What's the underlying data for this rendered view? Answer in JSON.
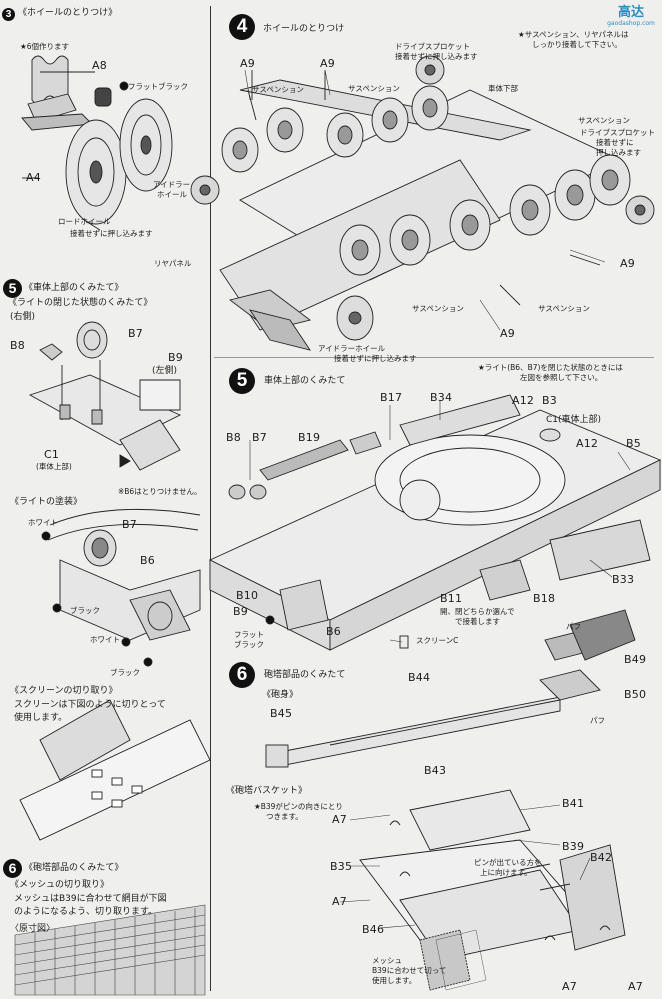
{
  "watermark": {
    "main": "高达",
    "sub": "gaodashop.com"
  },
  "left": {
    "s3_title": "《ホイールのとりつけ》",
    "s3_note": "★6個作ります",
    "s3_a8": "A8",
    "s3_flat_black": "フラットブラック",
    "s3_a4": "A4",
    "s3_road_wheel_1": "ロードホイール",
    "s3_road_wheel_2": "接着せずに押し込みます",
    "s5_num": "5",
    "s5_title": "《車体上部のくみたて》",
    "s5_lights_closed": "《ライトの閉じた状態のくみたて》",
    "s5_right": "(右側)",
    "s5_b7": "B7",
    "s5_b8": "B8",
    "s5_b9": "B9",
    "s5_left": "(左側)",
    "s5_c1": "C1",
    "s5_c1_sub": "(車体上部)",
    "s5_b6_note": "※B6はとりつけません。",
    "s5_light_paint": "《ライトの塗装》",
    "s5_white_1": "ホワイト",
    "s5_b7b": "B7",
    "s5_black_1": "ブラック",
    "s5_b6": "B6",
    "s5_white_2": "ホワイト",
    "s5_black_2": "ブラック",
    "s5_screen_title": "《スクリーンの切り取り》",
    "s5_screen_1": "スクリーンは下図のように切りとって",
    "s5_screen_2": "使用します。",
    "s6_num": "6",
    "s6_title": "《砲塔部品のくみたて》",
    "s6_mesh_title": "《メッシュの切り取り》",
    "s6_mesh_1": "メッシュはB39に合わせて網目が下図",
    "s6_mesh_2": "のようになるよう、切り取ります。",
    "s6_fullsize": "〈原寸図〉"
  },
  "step4": {
    "num": "4",
    "title": "ホイールのとりつけ",
    "note_1": "★サスペンション、リヤパネルは",
    "note_2": "しっかり接着して下さい。",
    "a9_1": "A9",
    "a9_2": "A9",
    "sprocket_1": "ドライブスプロケット",
    "sprocket_2": "接着せずに押し込みます",
    "susp_1": "サスペンション",
    "susp_2": "サスペンション",
    "lower_hull": "車体下部",
    "susp_3": "サスペンション",
    "sprocket_r1": "ドライブスプロケット",
    "sprocket_r2": "接着せずに",
    "sprocket_r3": "押し込みます",
    "idler_1": "アイドラー",
    "idler_2": "ホイール",
    "rear_panel": "リヤパネル",
    "a9_3": "A9",
    "susp_4": "サスペンション",
    "susp_5": "サスペンション",
    "a9_4": "A9",
    "idler_wheel": "アイドラーホイール",
    "idler_push": "接着せずに押し込みます"
  },
  "step5": {
    "num": "5",
    "title": "車体上部のくみたて",
    "light_note_1": "★ライト(B6、B7)を閉じた状態のときには",
    "light_note_2": "左図を参照して下さい。",
    "b17": "B17",
    "b34": "B34",
    "a12_1": "A12",
    "b3": "B3",
    "c1": "C1(車体上部)",
    "b8": "B8",
    "b7": "B7",
    "b19": "B19",
    "a12_2": "A12",
    "b5": "B5",
    "b33": "B33",
    "b10": "B10",
    "b9": "B9",
    "b11": "B11",
    "b11_note_1": "開、閉どちらか選んで",
    "b11_note_2": "で接着します",
    "b18": "B18",
    "flat_black_1": "フラット",
    "flat_black_2": "ブラック",
    "b6": "B6",
    "screen_c": "スクリーンC"
  },
  "step6": {
    "num": "6",
    "title": "砲塔部品のくみたて",
    "gun_barrel": "《砲身》",
    "b44": "B44",
    "b45": "B45",
    "b43": "B43",
    "puff_1": "パフ",
    "b49": "B49",
    "b50": "B50",
    "puff_2": "パフ",
    "basket": "《砲塔バスケット》",
    "b39_note_1": "★B39がピンの向きにとり",
    "b39_note_2": "つきます。",
    "b41": "B41",
    "a7_1": "A7",
    "b39": "B39",
    "b35": "B35",
    "pin_note_1": "ピンが出ている方を",
    "pin_note_2": "上に向けます。",
    "b42": "B42",
    "a7_2": "A7",
    "b46": "B46",
    "a7_3": "A7",
    "a7_4": "A7",
    "mesh_1": "メッシュ",
    "mesh_2": "B39に合わせて切って",
    "mesh_3": "使用します。"
  }
}
